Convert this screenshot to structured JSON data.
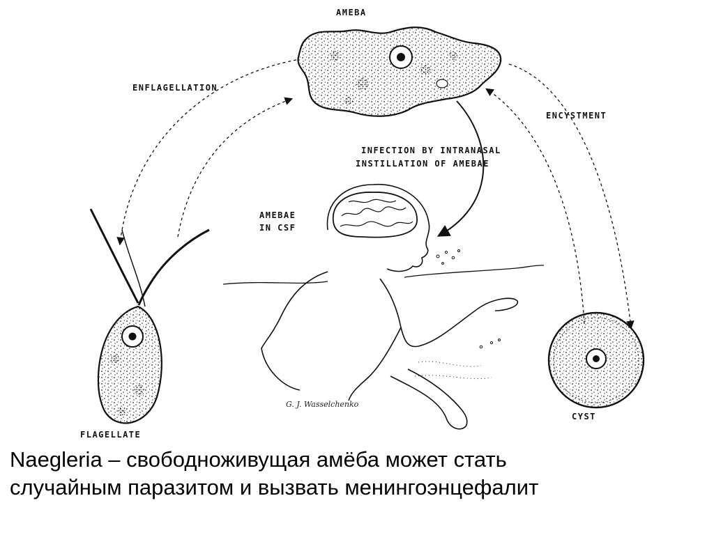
{
  "labels": {
    "ameba": "AMEBA",
    "enflagellation": "ENFLAGELLATION",
    "encystment": "ENCYSTMENT",
    "infection_line1": "INFECTION BY INTRANASAL",
    "infection_line2": "INSTILLATION OF AMEBAE",
    "csf_line1": "AMEBAE",
    "csf_line2": "IN CSF",
    "flagellate": "FLAGELLATE",
    "cyst": "CYST",
    "signature": "G. J. Wasselchenko"
  },
  "caption": {
    "line1": "Naegleria – свободноживущая амёба может стать",
    "line2": "случайным паразитом и вызвать менингоэнцефалит"
  },
  "colors": {
    "ink": "#111111",
    "background": "#ffffff"
  }
}
